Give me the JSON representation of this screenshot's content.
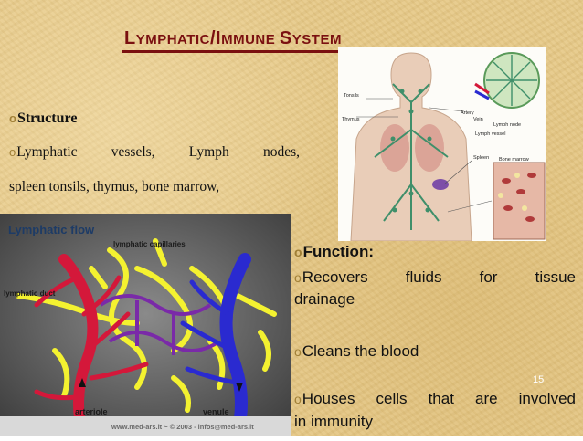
{
  "slide": {
    "title": {
      "part1_initial": "L",
      "part1_rest": "YMPHATIC",
      "slash": "/",
      "part2_initial": "I",
      "part2_rest": "MMUNE",
      "space": " ",
      "part3_initial": "S",
      "part3_rest": "YSTEM"
    },
    "bullet_glyph": "o",
    "structure_heading": "Structure",
    "structure_line1": "Lymphatic vessels, Lymph nodes,",
    "structure_line2": "spleen tonsils, thymus, bone marrow,",
    "function_heading": "Function:",
    "function_item1_line1": "Recovers fluids for tissue",
    "function_item1_line2": "drainage",
    "function_item2": "Cleans the blood",
    "function_item3_line1": "Houses cells that are involved",
    "function_item3_line2": "in immunity",
    "page_number": "15"
  },
  "anatomy_figure": {
    "labels": {
      "tonsils": "Tonsils",
      "thymus": "Thymus",
      "artery": "Artery",
      "vein": "Vein",
      "lymph_node": "Lymph node",
      "lymph_vessel": "Lymph vessel",
      "spleen": "Spleen",
      "bone_marrow": "Bone marrow"
    }
  },
  "flow_figure": {
    "title": "Lymphatic flow",
    "label_capillaries": "lymphatic capillaries",
    "label_duct": "lymphatic duct",
    "label_arteriole": "arteriole",
    "label_venule": "venule",
    "credit": "www.med-ars.it ~ © 2003 - infos@med-ars.it"
  },
  "colors": {
    "title": "#7a1010",
    "background": "#e6c988",
    "bullet": "#a07f36",
    "artery": "#d4183a",
    "vein": "#2a2ad0",
    "lymph": "#f4f230"
  }
}
